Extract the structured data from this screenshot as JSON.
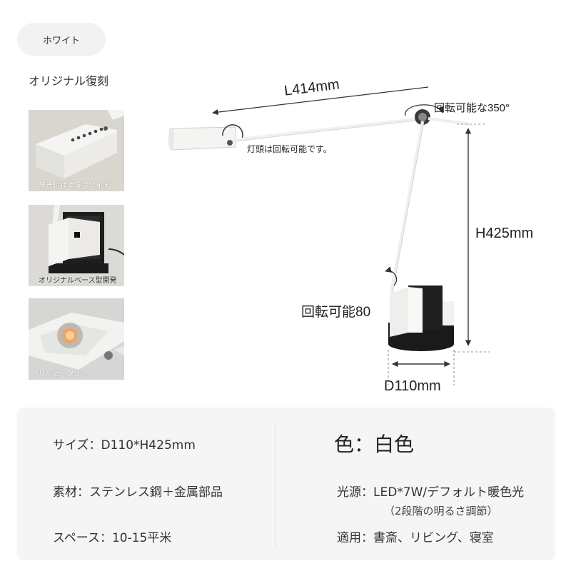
{
  "color_option": {
    "label": "ホワイト"
  },
  "subtitle": "オリジナル復刻",
  "thumbnails": [
    {
      "caption": "焼き付け塗装ホワイト"
    },
    {
      "caption": "オリジナルベース型開発"
    },
    {
      "caption": "リッカーフリー"
    }
  ],
  "diagram": {
    "length_label": "L414mm",
    "rotation_top_label": "回転可能な350°",
    "head_rotation_label": "灯頭は回転可能です。",
    "height_label": "H425mm",
    "rotation_base_label": "回転可能80",
    "diameter_label": "D110mm"
  },
  "specs": {
    "size": "サイズ：D110*H425mm",
    "color": "色：白色",
    "material": "素材：ステンレス鋼＋金属部品",
    "light_source": "光源：LED*7W/デフォルト暖色光",
    "light_note": "（2段階の明るさ調節）",
    "space": "スペース：10-15平米",
    "usage": "適用：書斎、リビング、寝室"
  },
  "colors": {
    "lamp_white": "#f4f4f2",
    "base_black": "#1a1a1a",
    "panel_bg": "#f5f5f5"
  }
}
